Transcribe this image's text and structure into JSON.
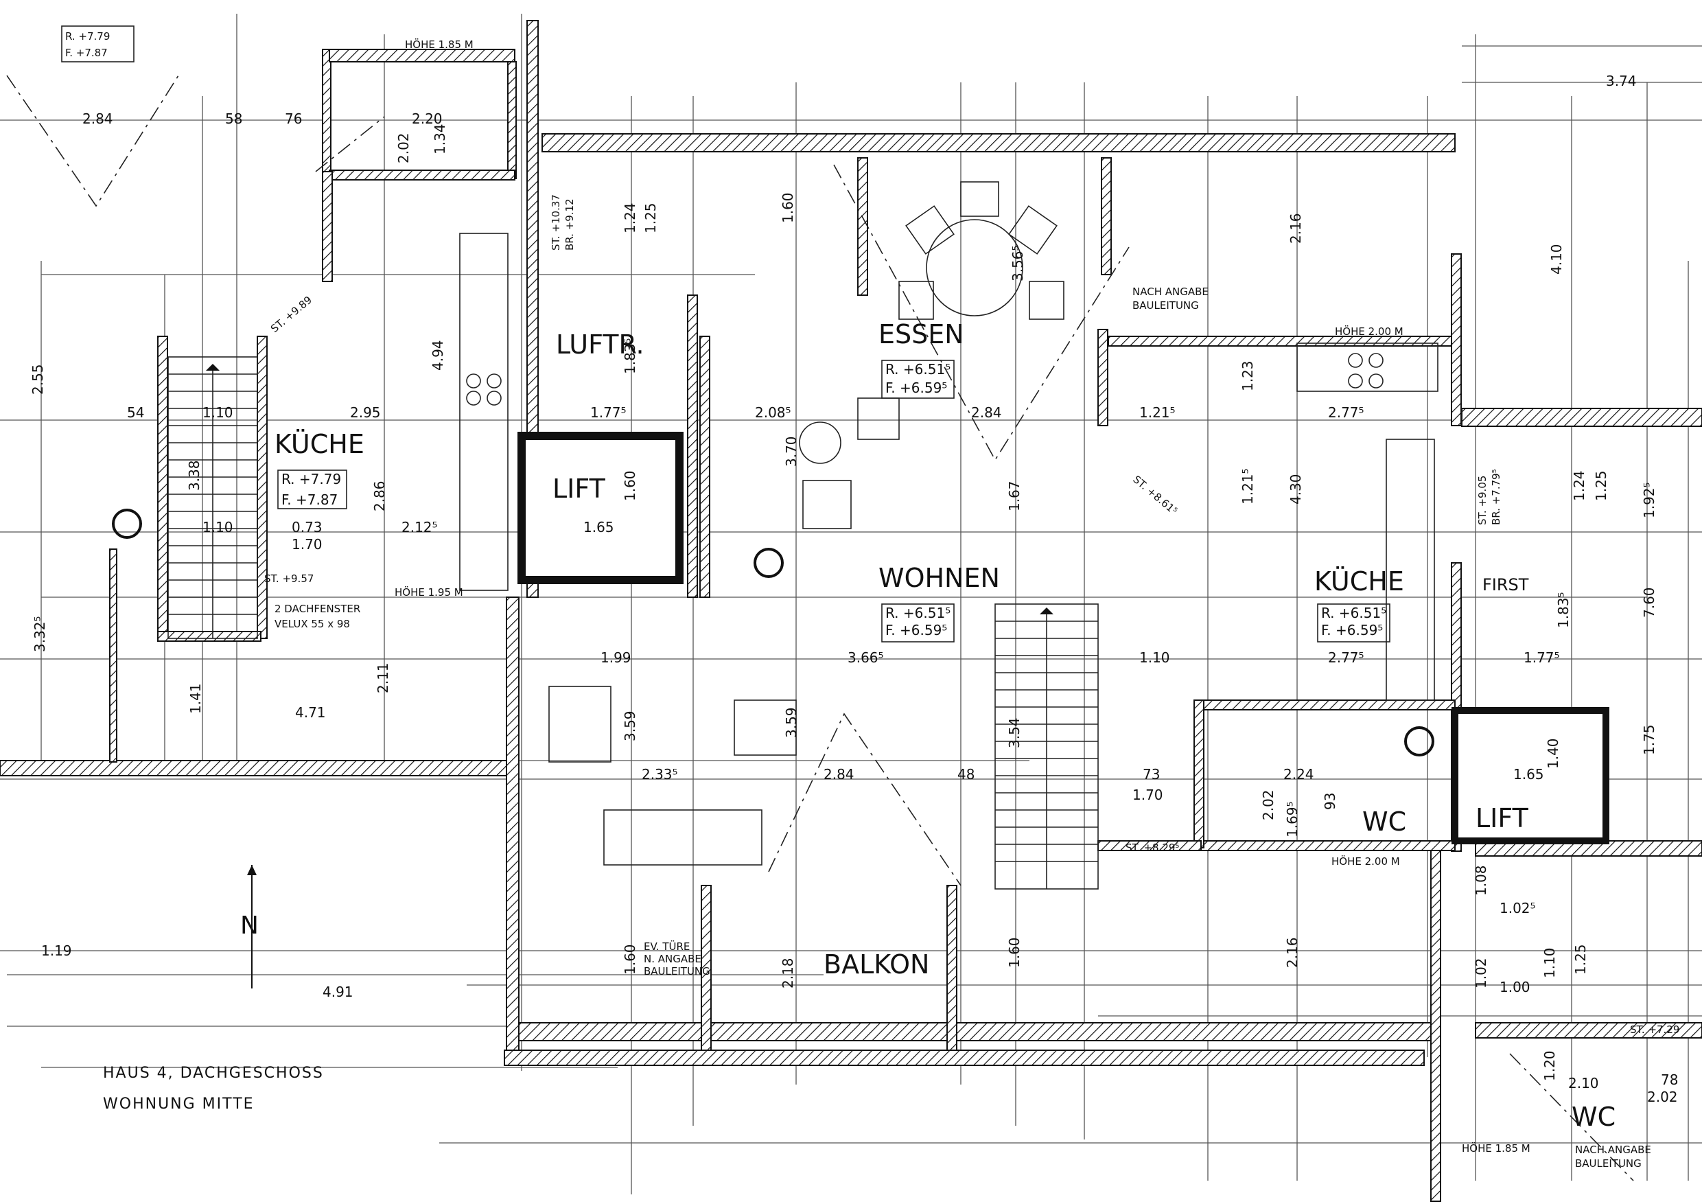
{
  "title": {
    "line1": "HAUS 4,  DACHGESCHOSS",
    "line2": "WOHNUNG  MITTE"
  },
  "north_label": "N",
  "rooms": [
    {
      "id": "kueche-left",
      "label": "KÜCHE",
      "levels": [
        "R. +7.79",
        "F. +7.87"
      ]
    },
    {
      "id": "lift-left",
      "label": "LIFT"
    },
    {
      "id": "luftr",
      "label": "LUFTR."
    },
    {
      "id": "essen",
      "label": "ESSEN",
      "levels": [
        "R. +6.51⁵",
        "F. +6.59⁵"
      ]
    },
    {
      "id": "wohnen",
      "label": "WOHNEN",
      "levels": [
        "R. +6.51⁵",
        "F. +6.59⁵"
      ]
    },
    {
      "id": "kueche-right",
      "label": "KÜCHE",
      "levels": [
        "R. +6.51⁵",
        "F. +6.59⁵"
      ]
    },
    {
      "id": "wc-mid",
      "label": "WC"
    },
    {
      "id": "lift-right",
      "label": "LIFT"
    },
    {
      "id": "balkon",
      "label": "BALKON"
    },
    {
      "id": "wc-bottom",
      "label": "WC"
    },
    {
      "id": "first",
      "label": "FIRST"
    }
  ],
  "corner_levels": [
    "R. +7.79",
    "F. +7.87"
  ],
  "notes": {
    "hoehe_top_left": "HÖHE    1.85 M",
    "hoehe_kitchen_left": "HÖHE    1.95 M",
    "hoehe_right_upper": "HÖHE   2.00 M",
    "hoehe_right_lower": "HÖHE  2.00 M",
    "hoehe_bottom_right": "HÖHE   1.85 M",
    "nach_angabe_1": "NACH ANGABE",
    "nach_angabe_2": "BAULEITUNG",
    "nach_angabe_b1": "NACH ANGABE",
    "nach_angabe_b2": "BAULEITUNG",
    "dachfenster_1": "2 DACHFENSTER",
    "dachfenster_2": "VELUX  55 x 98",
    "ev_tuere_1": "EV. TÜRE",
    "ev_tuere_2": "N. ANGABE",
    "ev_tuere_3": "BAULEITUNG",
    "st_957": "ST. +9.57",
    "st_989": "ST. +9.89",
    "st_1037": "ST. +10.37",
    "br_912": "BR. +9.12",
    "st_8615": "ST. +8.61⁵",
    "st_829": "ST. +8.29⁵",
    "st_905": "ST. +9.05",
    "br_779": "BR. +7.79⁵",
    "st_729": "ST. +7.29"
  },
  "dimensions": {
    "d_284_top": "2.84",
    "d_58": "58",
    "d_76": "76",
    "d_220": "2.20",
    "d_202a": "2.02",
    "d_134": "1.34",
    "d_374": "3.74",
    "d_216": "2.16",
    "d_410": "4.10",
    "d_160a": "1.60",
    "d_124a": "1.24",
    "d_125a": "1.25",
    "d_356": "3.56⁵",
    "d_255": "2.55",
    "d_54": "54",
    "d_110a": "1.10",
    "d_295": "2.95",
    "d_177a": "1.77⁵",
    "d_208": "2.08⁵",
    "d_284_mid": "2.84",
    "d_121": "1.21⁵",
    "d_277a": "2.77⁵",
    "d_338": "3.38",
    "d_286": "2.86",
    "d_494": "4.94",
    "d_183a": "1.83⁵",
    "d_370": "3.70",
    "d_160b": "1.60",
    "d_165a": "1.65",
    "d_110b": "1.10",
    "d_073": "0.73",
    "d_170a": "1.70",
    "d_212": "2.12⁵",
    "d_167": "1.67",
    "d_123": "1.23",
    "d_1215": "1.21⁵",
    "d_430": "4.30",
    "d_124b": "1.24",
    "d_125b": "1.25",
    "d_192": "1.92⁵",
    "d_325": "3.32⁵",
    "d_199": "1.99",
    "d_366": "3.66⁵",
    "d_110c": "1.10",
    "d_277b": "2.77⁵",
    "d_177b": "1.77⁵",
    "d_183b": "1.83⁵",
    "d_760": "7.60",
    "d_141": "1.41",
    "d_471": "4.71",
    "d_211": "2.11",
    "d_359a": "3.59",
    "d_359b": "3.59",
    "d_354": "3.54",
    "d_233": "2.33⁵",
    "d_284_low": "2.84",
    "d_48": "48",
    "d_73": "73",
    "d_170b": "1.70",
    "d_224": "2.24",
    "d_165b": "1.65",
    "d_140": "1.40",
    "d_175": "1.75",
    "d_202b": "2.02",
    "d_169": "1.69⁵",
    "d_93": "93",
    "d_119": "1.19",
    "d_491": "4.91",
    "d_218": "2.18",
    "d_160c": "1.60",
    "d_160d": "1.60",
    "d_216b": "2.16",
    "d_108": "1.08",
    "d_102a": "1.02⁵",
    "d_102b": "1.02",
    "d_110d": "1.10",
    "d_100": "1.00",
    "d_120": "1.20",
    "d_210": "2.10",
    "d_202c": "2.02",
    "d_78": "78",
    "d_125": "1.25"
  }
}
